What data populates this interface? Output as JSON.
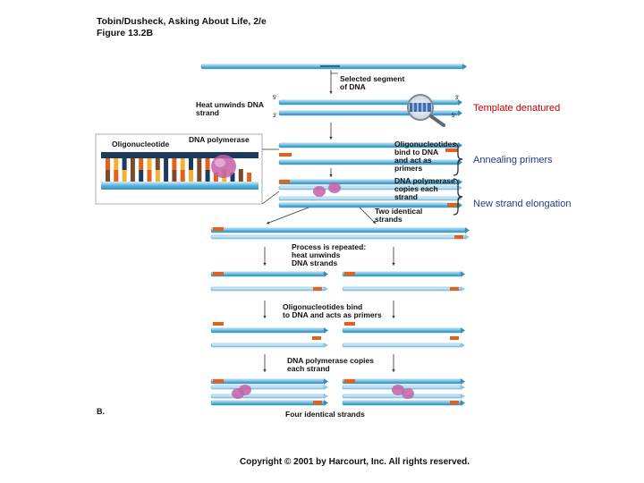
{
  "header": {
    "line1": "Tobin/Dusheck, Asking About Life, 2/e",
    "line2": "Figure 13.2B"
  },
  "labels": {
    "selected_segment": [
      "Selected segment",
      "of DNA"
    ],
    "heat_unwinds": [
      "Heat unwinds DNA",
      "strand"
    ],
    "oligonucleotide": "Oligonucleotide",
    "dna_polymerase": "DNA polymerase",
    "oligos_bind": [
      "Oligonucleotides",
      "bind to DNA",
      "and act as",
      "primers"
    ],
    "polymerase_copies": [
      "DNA polymerase",
      "copies each",
      "strand"
    ],
    "two_identical": [
      "Two identical",
      "strands"
    ],
    "process_repeated": [
      "Process is repeated:",
      "heat unwinds",
      "DNA strands"
    ],
    "oligos_bind_2": [
      "Oligonucleotides bind",
      "to DNA and acts as primers"
    ],
    "polymerase_copies_2": [
      "DNA polymerase copies",
      "each strand"
    ],
    "four_identical": "Four identical strands",
    "panel_letter": "B.",
    "end_5": "5'",
    "end_3": "3'"
  },
  "annotations": [
    {
      "text": "Template denatured",
      "color": "#c00000"
    },
    {
      "text": "Annealing primers",
      "color": "#1f3c88"
    },
    {
      "text": "New strand elongation",
      "color": "#1f3c88"
    }
  ],
  "copyright": "Copyright © 2001 by Harcourt, Inc. All rights reserved.",
  "colors": {
    "strand": "#5bb4dd",
    "strand_light": "#a9d8ef",
    "primer": "#e2621c",
    "polymerase": "#c45fa7"
  }
}
